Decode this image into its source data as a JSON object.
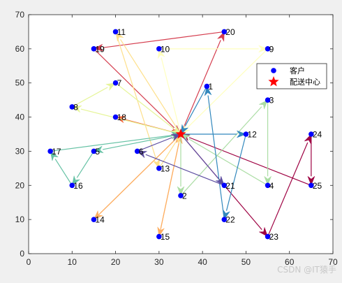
{
  "chart_data": {
    "type": "scatter",
    "xlim": [
      0,
      70
    ],
    "ylim": [
      0,
      70
    ],
    "xticks": [
      0,
      10,
      20,
      30,
      40,
      50,
      60,
      70
    ],
    "yticks": [
      0,
      10,
      20,
      30,
      40,
      50,
      60,
      70
    ],
    "grid": false,
    "legend_position": "top-right",
    "legend": [
      {
        "label": "客户",
        "marker": "circle",
        "color": "#0000ff"
      },
      {
        "label": "配送中心",
        "marker": "star",
        "color": "#ff0000"
      }
    ],
    "depot": {
      "x": 35,
      "y": 35
    },
    "customers": [
      {
        "id": "1",
        "x": 41,
        "y": 49
      },
      {
        "id": "2",
        "x": 35,
        "y": 17
      },
      {
        "id": "3",
        "x": 55,
        "y": 45
      },
      {
        "id": "4",
        "x": 55,
        "y": 20
      },
      {
        "id": "5",
        "x": 15,
        "y": 30
      },
      {
        "id": "6",
        "x": 25,
        "y": 30
      },
      {
        "id": "7",
        "x": 20,
        "y": 50
      },
      {
        "id": "8",
        "x": 10,
        "y": 43
      },
      {
        "id": "9",
        "x": 55,
        "y": 60
      },
      {
        "id": "10",
        "x": 30,
        "y": 60
      },
      {
        "id": "11",
        "x": 20,
        "y": 65
      },
      {
        "id": "12",
        "x": 50,
        "y": 35
      },
      {
        "id": "13",
        "x": 30,
        "y": 25
      },
      {
        "id": "14",
        "x": 15,
        "y": 10
      },
      {
        "id": "15",
        "x": 30,
        "y": 5
      },
      {
        "id": "16",
        "x": 10,
        "y": 20
      },
      {
        "id": "17",
        "x": 5,
        "y": 30
      },
      {
        "id": "18",
        "x": 20,
        "y": 40
      },
      {
        "id": "19",
        "x": 15,
        "y": 60
      },
      {
        "id": "20",
        "x": 45,
        "y": 65
      },
      {
        "id": "21",
        "x": 45,
        "y": 20
      },
      {
        "id": "22",
        "x": 45,
        "y": 10
      },
      {
        "id": "23",
        "x": 55,
        "y": 5
      },
      {
        "id": "24",
        "x": 65,
        "y": 35
      },
      {
        "id": "25",
        "x": 65,
        "y": 20
      }
    ],
    "routes": [
      {
        "color": "#9e0142",
        "path": [
          "depot",
          "23",
          "24",
          "25",
          "depot"
        ]
      },
      {
        "color": "#d53e4f",
        "path": [
          "depot",
          "20",
          "19",
          "depot"
        ]
      },
      {
        "color": "#f46d43",
        "path": [
          "depot",
          "18",
          "depot"
        ]
      },
      {
        "color": "#fdae61",
        "path": [
          "depot",
          "15",
          "depot"
        ]
      },
      {
        "color": "#fdae61",
        "path": [
          "depot",
          "14",
          "depot"
        ]
      },
      {
        "color": "#fee08b",
        "path": [
          "depot",
          "11",
          "13",
          "depot"
        ]
      },
      {
        "color": "#ffffbf",
        "path": [
          "depot",
          "10",
          "9",
          "depot"
        ]
      },
      {
        "color": "#e6f598",
        "path": [
          "depot",
          "8",
          "7",
          "depot"
        ]
      },
      {
        "color": "#abdda4",
        "path": [
          "depot",
          "2",
          "3",
          "4",
          "depot"
        ]
      },
      {
        "color": "#66c2a5",
        "path": [
          "depot",
          "5",
          "16",
          "17",
          "depot"
        ]
      },
      {
        "color": "#3288bd",
        "path": [
          "depot",
          "12",
          "22",
          "1",
          "depot"
        ]
      },
      {
        "color": "#5e4fa2",
        "path": [
          "depot",
          "21",
          "6",
          "depot"
        ]
      }
    ]
  },
  "watermark": "CSDN @IT猿手"
}
